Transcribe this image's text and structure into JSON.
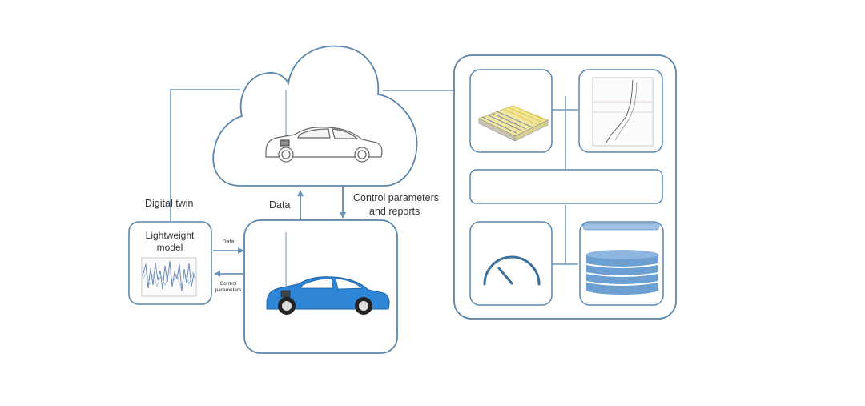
{
  "labels": {
    "digital_twin": "Digital twin",
    "data_up": "Data",
    "control_line1": "Control parameters",
    "control_line2": "and reports",
    "model_line1": "Lightweight",
    "model_line2": "model",
    "small_data": "Data",
    "small_control_line1": "Control",
    "small_control_line2": "parameters"
  },
  "colors": {
    "line": "#6d95b8",
    "box_border": "#5a86ad",
    "car_blue": "#2f86d6",
    "db_blue": "#6c9fd2",
    "gauge": "#3a6f9e",
    "yellow": "#e8d56a"
  },
  "icons": {
    "cloud": "cloud-icon",
    "virtual_car": "car-outline-icon",
    "physical_car": "blue-car-icon",
    "gauge": "gauge-icon",
    "database": "database-icon",
    "plot": "plot-icon",
    "mesh": "mesh-model-icon"
  }
}
